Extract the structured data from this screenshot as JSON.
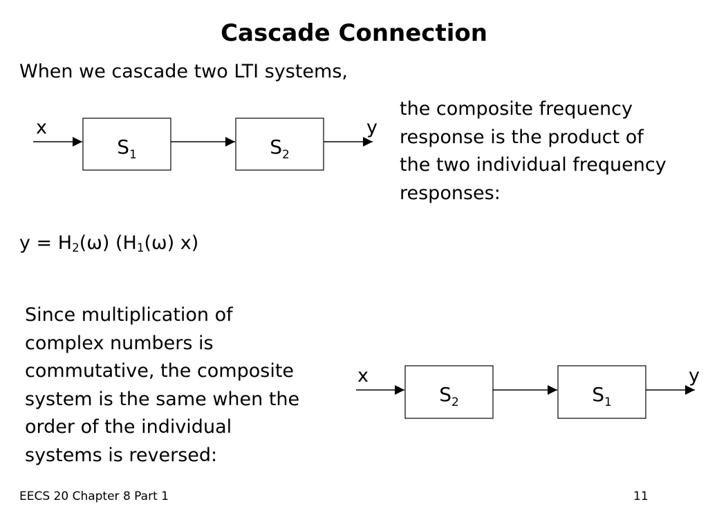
{
  "title": "Cascade Connection",
  "intro": "When we cascade two LTI systems,",
  "composite_lines": [
    "the composite frequency",
    "response is the product of",
    "the two individual frequency",
    "responses:"
  ],
  "equation": {
    "p1": "y = H",
    "s1": "2",
    "p2": "(ω) (H",
    "s2": "1",
    "p3": "(ω) x)"
  },
  "since_lines": [
    "Since multiplication of",
    "complex numbers is",
    "commutative, the composite",
    "system is the same when the",
    "order of the individual",
    "systems is reversed:"
  ],
  "diagram1": {
    "input": "x",
    "output": "y",
    "block1": {
      "letter": "S",
      "sub": "1"
    },
    "block2": {
      "letter": "S",
      "sub": "2"
    }
  },
  "diagram2": {
    "input": "x",
    "output": "y",
    "block1": {
      "letter": "S",
      "sub": "2"
    },
    "block2": {
      "letter": "S",
      "sub": "1"
    }
  },
  "footer": {
    "left": "EECS 20 Chapter 8 Part 1",
    "page": "11"
  }
}
